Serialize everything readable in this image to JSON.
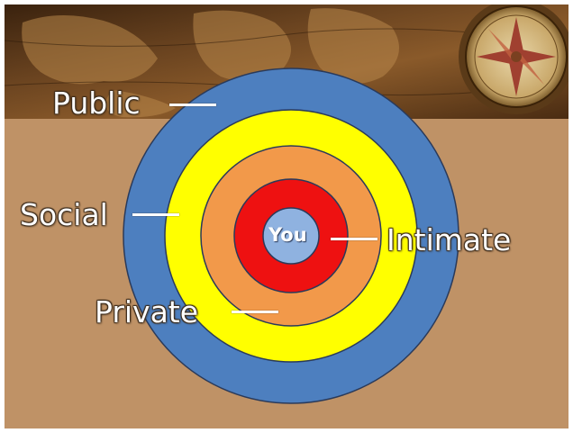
{
  "diagram": {
    "center": {
      "label": "You",
      "color": "#8fb2e0"
    },
    "rings": [
      {
        "name": "Intimate",
        "color": "#ee1111"
      },
      {
        "name": "Private",
        "color": "#f2994a"
      },
      {
        "name": "Social",
        "color": "#ffff00"
      },
      {
        "name": "Public",
        "color": "#4d7fbf"
      }
    ],
    "labels": {
      "public": "Public",
      "social": "Social",
      "private": "Private",
      "intimate": "Intimate"
    },
    "background_color": "#bf9266",
    "banner_icons": [
      "old-world-map",
      "compass-icon"
    ]
  }
}
